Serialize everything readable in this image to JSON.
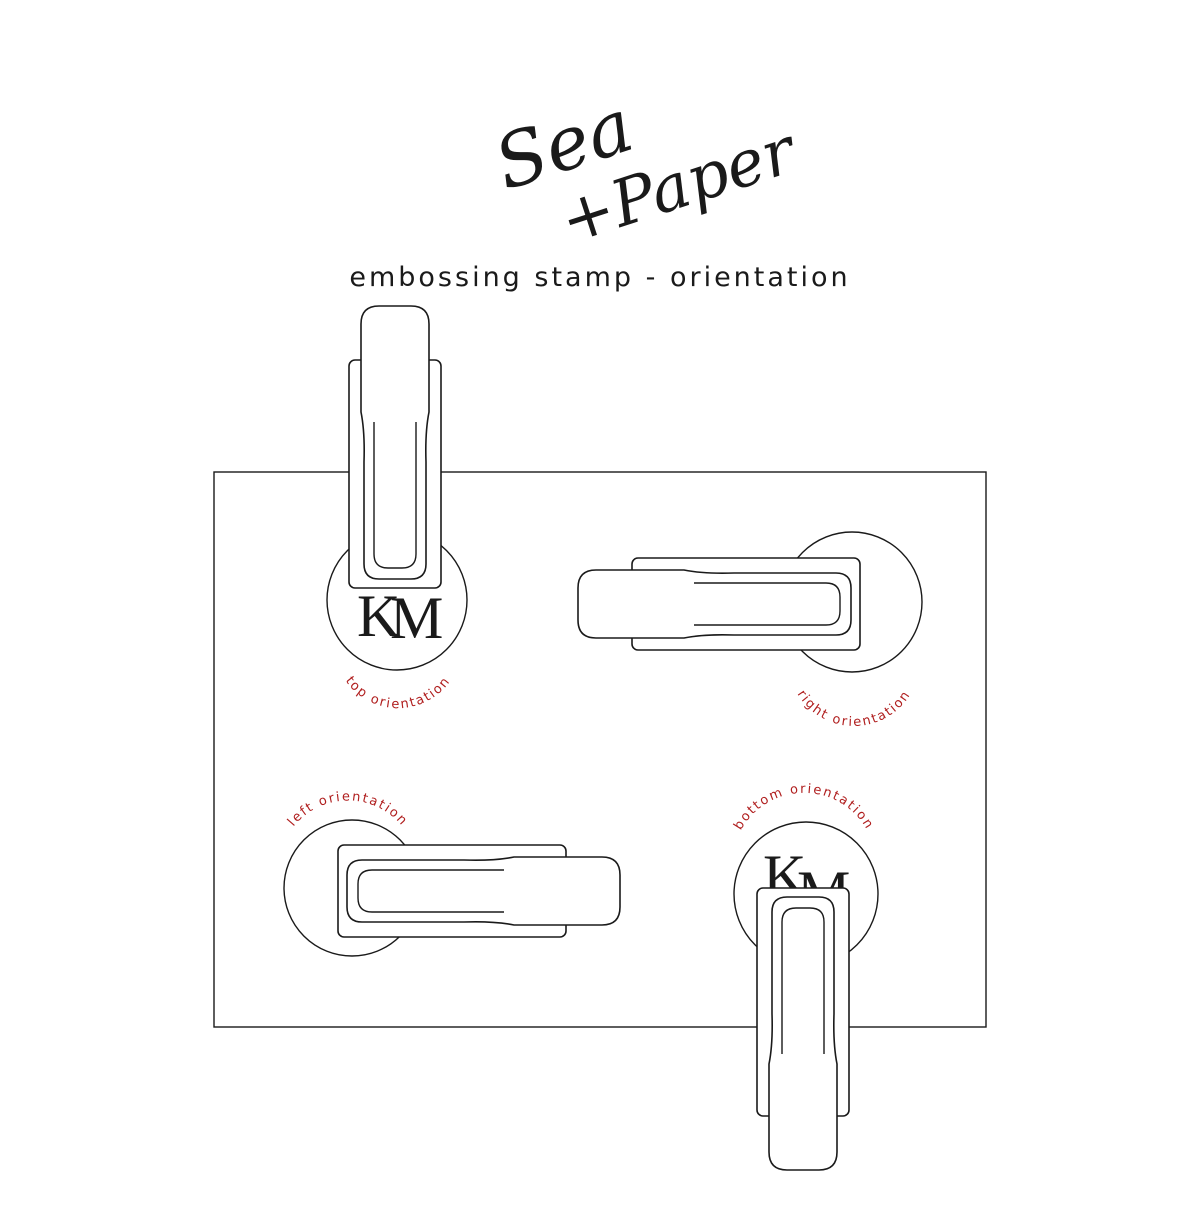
{
  "brand": {
    "logo_line1": "Sea",
    "logo_line2": "+Paper"
  },
  "title": "embossing stamp - orientation",
  "colors": {
    "stroke": "#1a1a1a",
    "label": "#b01e1e",
    "background": "#ffffff"
  },
  "monogram": {
    "first": "K",
    "second": "M"
  },
  "stamps": {
    "top": {
      "label": "top orientation"
    },
    "right": {
      "label": "right orientation"
    },
    "left": {
      "label": "left orientation"
    },
    "bottom": {
      "label": "bottom orientation"
    }
  }
}
